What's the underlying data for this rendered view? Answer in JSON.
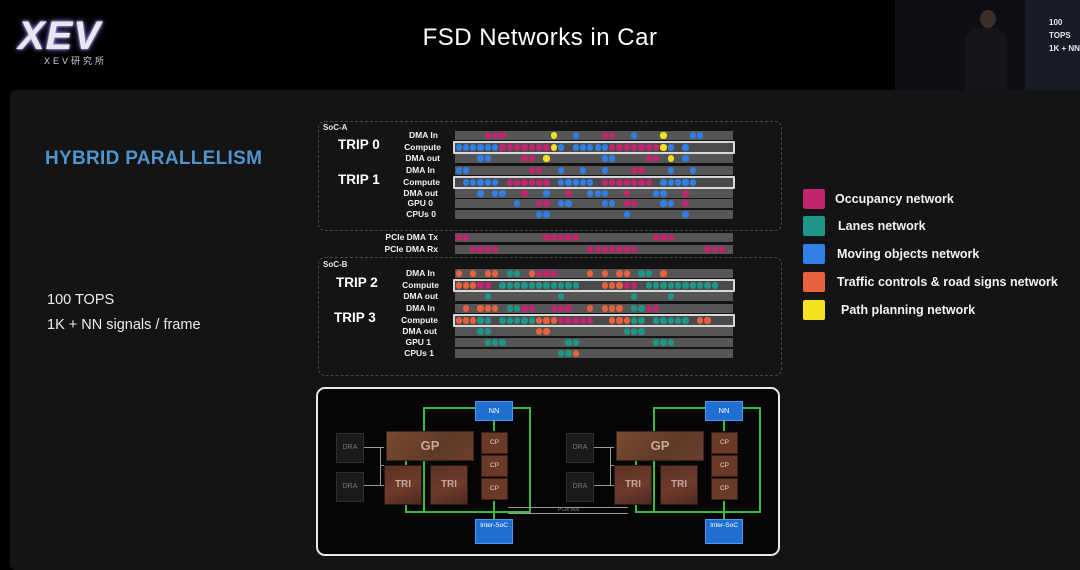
{
  "brand": {
    "logo_text": "XEV",
    "logo_sub": "XEV研究所"
  },
  "title": "FSD Networks in Car",
  "speaker_video": {
    "slide_line1": "100 TOPS",
    "slide_line2": "1K + NN"
  },
  "left": {
    "heading": "HYBRID PARALLELISM",
    "line1": "100 TOPS",
    "line2": "1K + NN signals / frame"
  },
  "colors": {
    "occupancy": "#c0266d",
    "lanes": "#1e9688",
    "moving": "#2f7fe6",
    "traffic": "#e9623e",
    "path": "#f2e21f"
  },
  "timeline": {
    "soc_a": {
      "label": "SoC-A",
      "trip0": "TRIP 0",
      "trip1": "TRIP 1",
      "rows": {
        "dma_in_0": "DMA In",
        "compute_0": "Compute",
        "dma_out_0": "DMA out",
        "dma_in_1": "DMA In",
        "compute_1": "Compute",
        "dma_out_1": "DMA out",
        "gpu": "GPU 0",
        "cpus": "CPUs 0"
      }
    },
    "pcie": {
      "tx": "PCIe DMA Tx",
      "rx": "PCIe DMA Rx"
    },
    "soc_b": {
      "label": "SoC-B",
      "trip2": "TRIP 2",
      "trip3": "TRIP 3",
      "rows": {
        "dma_in_2": "DMA In",
        "compute_2": "Compute",
        "dma_out_2": "DMA out",
        "dma_in_3": "DMA In",
        "compute_3": "Compute",
        "dma_out_3": "DMA out",
        "gpu": "GPU 1",
        "cpus": "CPUs 1"
      }
    }
  },
  "legend": [
    {
      "label": "Occupancy network",
      "color": "#c0266d"
    },
    {
      "label": "Lanes network",
      "color": "#1e9688"
    },
    {
      "label": "Moving objects network",
      "color": "#2f7fe6"
    },
    {
      "label": "Traffic controls & road signs network",
      "color": "#e9623e"
    },
    {
      "label": "Path planning network",
      "color": "#f2e21f"
    }
  ],
  "board": {
    "nn": "NN",
    "inter_soc": "Inter-SoC",
    "dram": "DRA",
    "gpu": "GP",
    "trip": "TRI",
    "cpu": "CP",
    "pcie": "PCIe Bus"
  }
}
